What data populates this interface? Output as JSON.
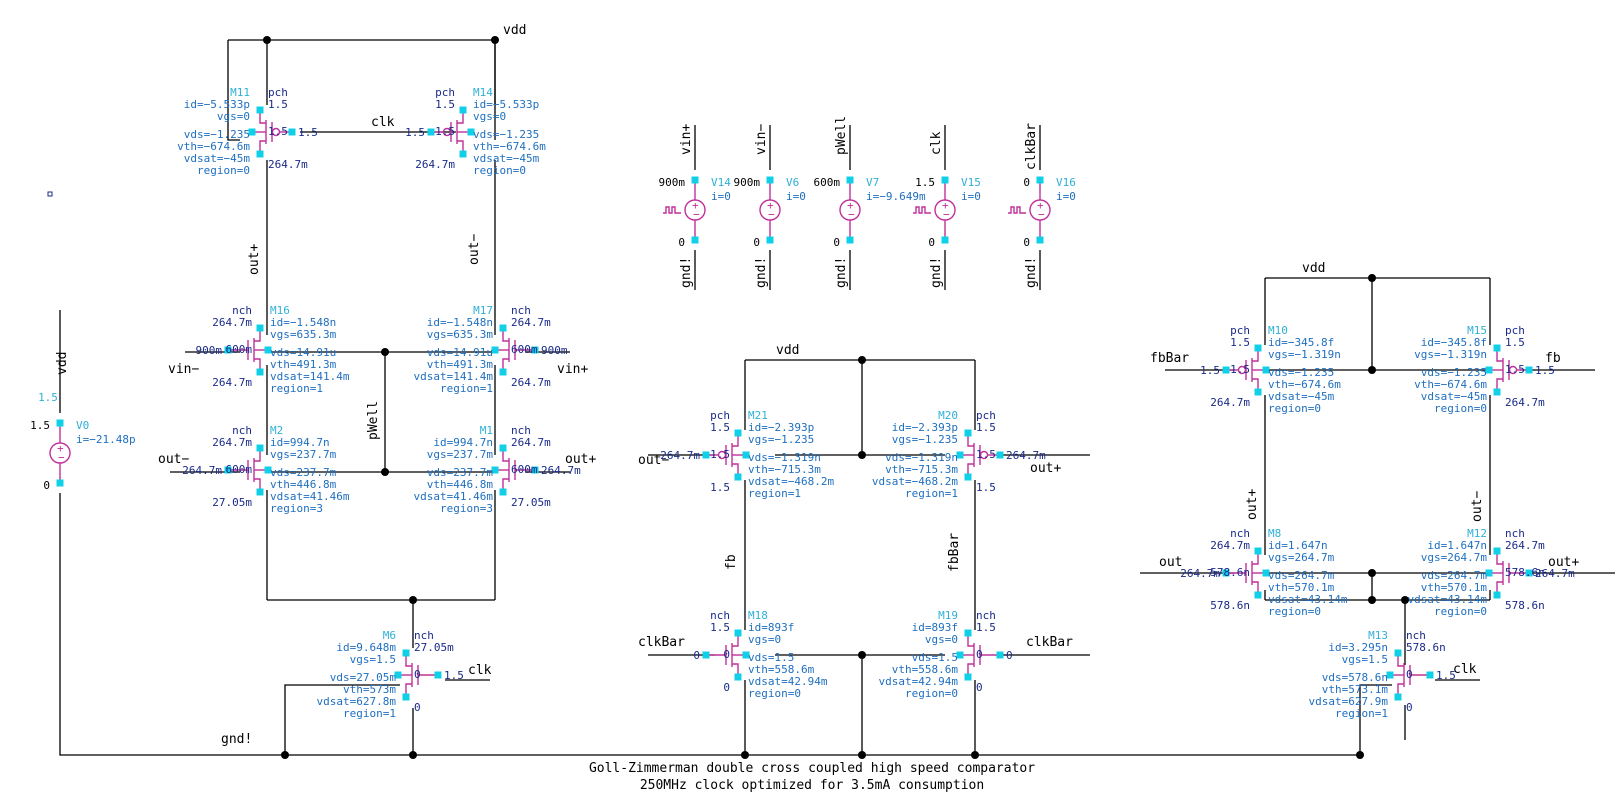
{
  "caption": {
    "line1": "Goll-Zimmerman double cross coupled high speed comparator",
    "line2": "250MHz clock optimized for 3.5mA consumption"
  },
  "nets": {
    "vdd": "vdd",
    "gnd": "gnd!",
    "clk": "clk",
    "clkBar": "clkBar",
    "outP": "out+",
    "outM": "out−",
    "out": "out",
    "vinP": "vin+",
    "vinM": "vin−",
    "pWell": "pWell",
    "fb": "fb",
    "fbBar": "fbBar"
  },
  "devices": [
    {
      "id": "M11",
      "type": "pch",
      "lines": [
        "id=−5.533p",
        "vgs=0",
        "vds=−1.235",
        "vth=−674.6m",
        "vdsat=−45m",
        "region=0"
      ],
      "pins": [
        "1.5",
        "1.5",
        "1.5",
        "264.7m"
      ]
    },
    {
      "id": "M14",
      "type": "pch",
      "lines": [
        "id=−5.533p",
        "vgs=0",
        "vds=−1.235",
        "vth=−674.6m",
        "vdsat=−45m",
        "region=0"
      ],
      "pins": [
        "1.5",
        "1.5",
        "1.5",
        "264.7m"
      ]
    },
    {
      "id": "M16",
      "type": "nch",
      "lines": [
        "id=−1.548n",
        "vgs=635.3m",
        "vds=14.91u",
        "vth=491.3m",
        "vdsat=141.4m",
        "region=1"
      ],
      "pins": [
        "264.7m",
        "900m",
        "600m",
        "264.7m"
      ]
    },
    {
      "id": "M17",
      "type": "nch",
      "lines": [
        "id=−1.548n",
        "vgs=635.3m",
        "vds=14.91u",
        "vth=491.3m",
        "vdsat=141.4m",
        "region=1"
      ],
      "pins": [
        "264.7m",
        "900m",
        "600m",
        "264.7m"
      ]
    },
    {
      "id": "M2",
      "type": "nch",
      "lines": [
        "id=994.7n",
        "vgs=237.7m",
        "vds=237.7m",
        "vth=446.8m",
        "vdsat=41.46m",
        "region=3"
      ],
      "pins": [
        "264.7m",
        "264.7m",
        "600m",
        "27.05m"
      ]
    },
    {
      "id": "M1",
      "type": "nch",
      "lines": [
        "id=994.7n",
        "vgs=237.7m",
        "vds=237.7m",
        "vth=446.8m",
        "vdsat=41.46m",
        "region=3"
      ],
      "pins": [
        "264.7m",
        "264.7m",
        "600m",
        "27.05m"
      ]
    },
    {
      "id": "M6",
      "type": "nch",
      "lines": [
        "id=9.648m",
        "vgs=1.5",
        "vds=27.05m",
        "vth=573m",
        "vdsat=627.8m",
        "region=1"
      ],
      "pins": [
        "27.05m",
        "1.5",
        "0",
        "0"
      ]
    },
    {
      "id": "M21",
      "type": "pch",
      "lines": [
        "id=−2.393p",
        "vgs=−1.235",
        "vds=−1.319n",
        "vth=−715.3m",
        "vdsat=−468.2m",
        "region=1"
      ],
      "pins": [
        "1.5",
        "264.7m",
        "1.5",
        "1.5"
      ]
    },
    {
      "id": "M20",
      "type": "pch",
      "lines": [
        "id=−2.393p",
        "vgs=−1.235",
        "vds=−1.319n",
        "vth=−715.3m",
        "vdsat=−468.2m",
        "region=1"
      ],
      "pins": [
        "1.5",
        "264.7m",
        "1.5",
        "1.5"
      ]
    },
    {
      "id": "M18",
      "type": "nch",
      "lines": [
        "id=893f",
        "vgs=0",
        "vds=1.5",
        "vth=558.6m",
        "vdsat=42.94m",
        "region=0"
      ],
      "pins": [
        "1.5",
        "0",
        "0",
        "0"
      ]
    },
    {
      "id": "M19",
      "type": "nch",
      "lines": [
        "id=893f",
        "vgs=0",
        "vds=1.5",
        "vth=558.6m",
        "vdsat=42.94m",
        "region=0"
      ],
      "pins": [
        "1.5",
        "0",
        "0",
        "0"
      ]
    },
    {
      "id": "M10",
      "type": "pch",
      "lines": [
        "id=−345.8f",
        "vgs=−1.319n",
        "vds=−1.235",
        "vth=−674.6m",
        "vdsat=−45m",
        "region=0"
      ],
      "pins": [
        "1.5",
        "1.5",
        "1.5",
        "264.7m"
      ]
    },
    {
      "id": "M15",
      "type": "pch",
      "lines": [
        "id=−345.8f",
        "vgs=−1.319n",
        "vds=−1.235",
        "vth=−674.6m",
        "vdsat=−45m",
        "region=0"
      ],
      "pins": [
        "1.5",
        "1.5",
        "1.5",
        "264.7m"
      ]
    },
    {
      "id": "M8",
      "type": "nch",
      "lines": [
        "id=1.647n",
        "vgs=264.7m",
        "vds=264.7m",
        "vth=570.1m",
        "vdsat=43.14m",
        "region=0"
      ],
      "pins": [
        "264.7m",
        "264.7m",
        "578.6n",
        "578.6n"
      ]
    },
    {
      "id": "M12",
      "type": "nch",
      "lines": [
        "id=1.647n",
        "vgs=264.7m",
        "vds=264.7m",
        "vth=570.1m",
        "vdsat=43.14m",
        "region=0"
      ],
      "pins": [
        "264.7m",
        "264.7m",
        "578.6n",
        "578.6n"
      ]
    },
    {
      "id": "M13",
      "type": "nch",
      "lines": [
        "id=3.295n",
        "vgs=1.5",
        "vds=578.6n",
        "vth=573.1m",
        "vdsat=627.9m",
        "region=1"
      ],
      "pins": [
        "578.6n",
        "1.5",
        "0",
        "0"
      ]
    }
  ],
  "sources": [
    {
      "id": "V14",
      "net": "vin+",
      "top": "900m",
      "bottom": "0",
      "current": "i=0",
      "kind": "pulse"
    },
    {
      "id": "V6",
      "net": "vin−",
      "top": "900m",
      "bottom": "0",
      "current": "i=0",
      "kind": "dc"
    },
    {
      "id": "V7",
      "net": "pWell",
      "top": "600m",
      "bottom": "0",
      "current": "i=−9.649m",
      "kind": "dc"
    },
    {
      "id": "V15",
      "net": "clk",
      "top": "1.5",
      "bottom": "0",
      "current": "i=0",
      "kind": "pulse"
    },
    {
      "id": "V16",
      "net": "clkBar",
      "top": "0",
      "bottom": "0",
      "current": "i=0",
      "kind": "pulse"
    },
    {
      "id": "V0",
      "net": "vdd",
      "top": "1.5",
      "bottom": "0",
      "current": "i=−21.48p",
      "kind": "dc",
      "extra": "1.5"
    }
  ]
}
